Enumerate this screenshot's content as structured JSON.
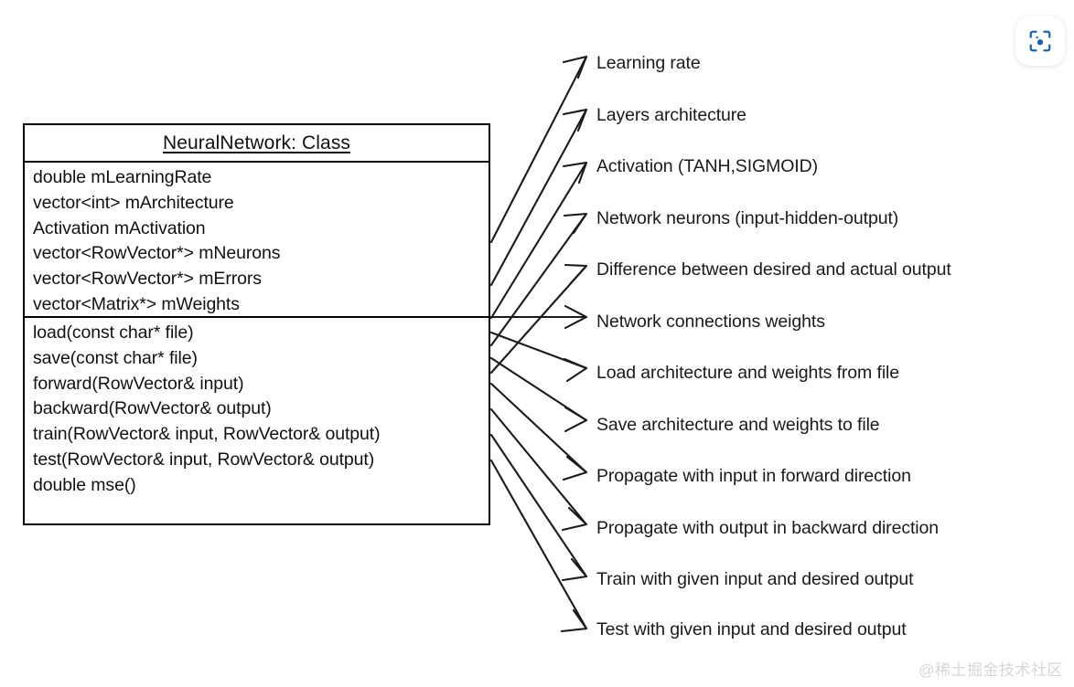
{
  "diagram": {
    "title": "NeuralNetwork: Class",
    "attributes": [
      "double mLearningRate",
      "vector<int> mArchitecture",
      "Activation mActivation",
      "vector<RowVector*> mNeurons",
      "vector<RowVector*> mErrors",
      "vector<Matrix*> mWeights"
    ],
    "methods": [
      "load(const char* file)",
      "save(const char* file)",
      "forward(RowVector& input)",
      "backward(RowVector& output)",
      "train(RowVector& input, RowVector& output)",
      "test(RowVector& input, RowVector& output)",
      "double mse()"
    ],
    "annotations": [
      "Learning rate",
      "Layers architecture",
      "Activation (TANH,SIGMOID)",
      "Network neurons (input-hidden-output)",
      "Difference between desired and actual output",
      "Network connections weights",
      "Load architecture and weights from file",
      "Save architecture and weights to file",
      "Propagate with input in forward direction",
      "Propagate with output in backward direction",
      "Train with given input and desired output",
      "Test with given input and desired output"
    ]
  },
  "overlay": {
    "scan_button_icon": "scan-lens-icon",
    "scan_button_color": "#1565b0",
    "watermark": "@稀土掘金技术社区",
    "watermark_color": "#d6d6d6"
  },
  "style": {
    "stroke": "#1a1a1a",
    "background": "#ffffff"
  }
}
